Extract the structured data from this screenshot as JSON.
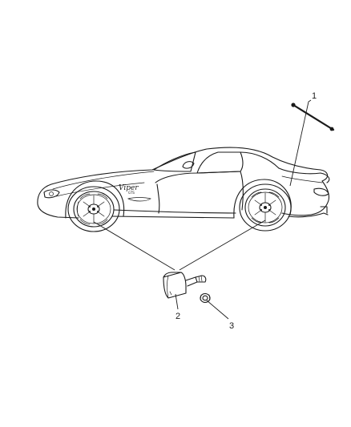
{
  "callouts": [
    {
      "number": "1",
      "part": "antenna"
    },
    {
      "number": "2",
      "part": "tire-pressure-sensor"
    },
    {
      "number": "3",
      "part": "valve-stem-nut"
    }
  ],
  "badge": {
    "model": "Viper",
    "sub": "GTS"
  }
}
